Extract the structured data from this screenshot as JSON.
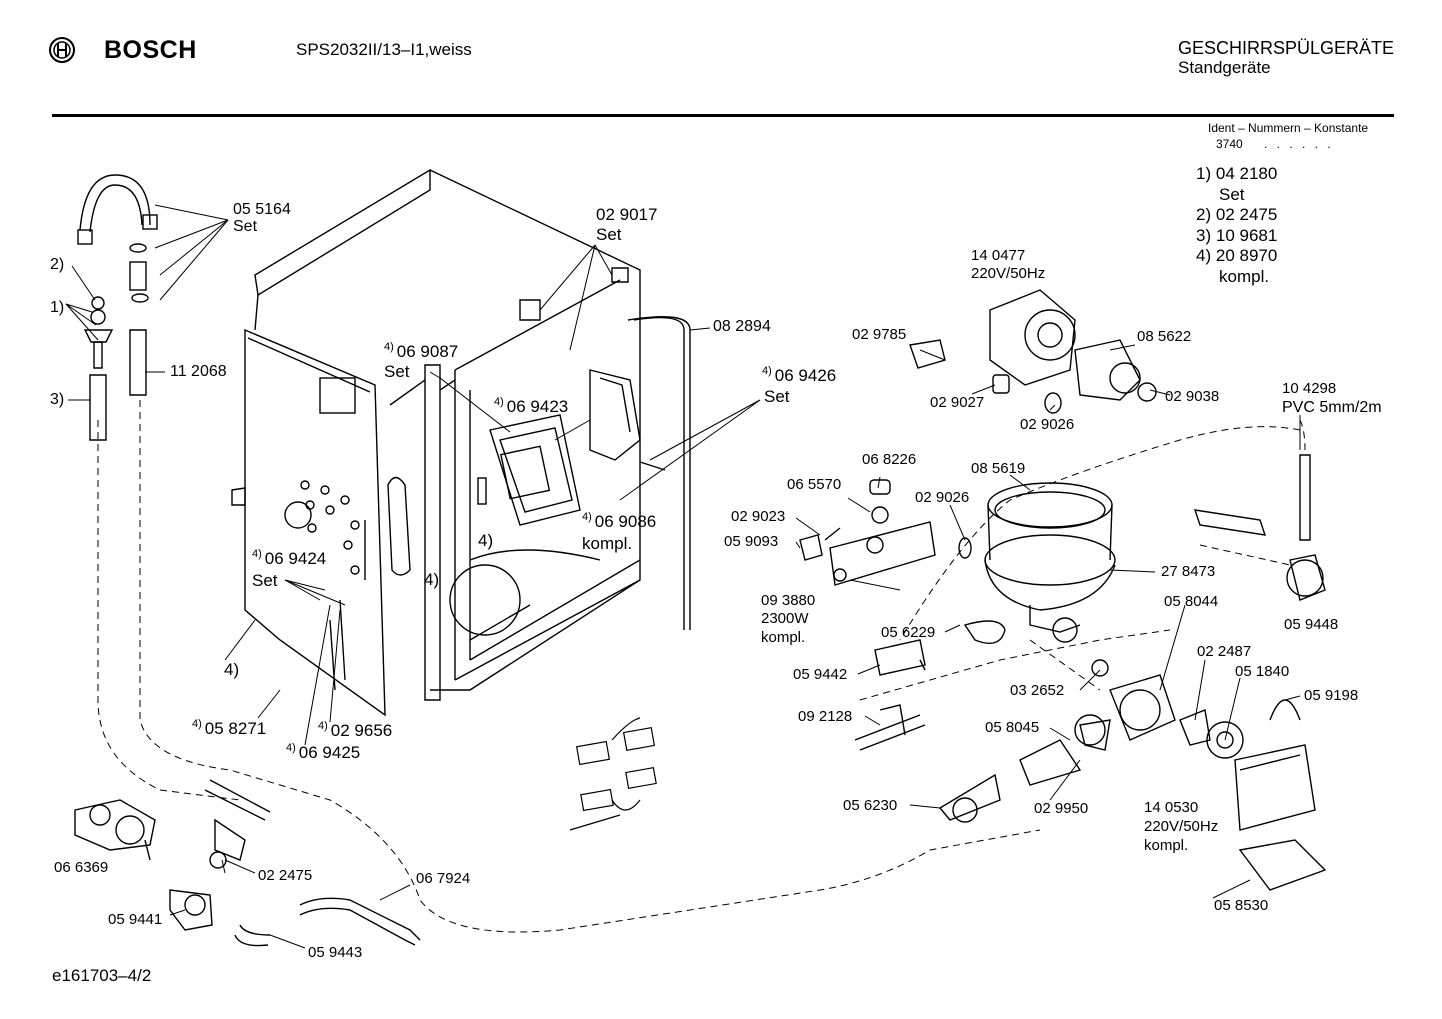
{
  "header": {
    "brand": "BOSCH",
    "model": "SPS2032II/13–I1,weiss",
    "category_line1": "GESCHIRRSPÜLGERÄTE",
    "category_line2": "Standgeräte"
  },
  "ident": {
    "title": "Ident – Nummern – Konstante",
    "value": "3740",
    "dots": ". . . . . ."
  },
  "footnotes": [
    {
      "num": "1)",
      "text": "04 2180",
      "sub": "Set"
    },
    {
      "num": "2)",
      "text": "02 2475",
      "sub": ""
    },
    {
      "num": "3)",
      "text": "10 9681",
      "sub": ""
    },
    {
      "num": "4)",
      "text": "20 8970",
      "sub": "kompl."
    }
  ],
  "labels": {
    "l055164": "05 5164",
    "l055164set": "Set",
    "lk2": "2)",
    "lk1": "1)",
    "lk3": "3)",
    "l112068": "11 2068",
    "l029017": "02 9017",
    "l029017set": "Set",
    "l082894": "08 2894",
    "l069087": "06 9087",
    "l069087set": "Set",
    "l069426": "06 9426",
    "l069426set": "Set",
    "l069423": "06 9423",
    "l069086": "06 9086",
    "l069086k": "kompl.",
    "lk4a": "4)",
    "lk4b": "4)",
    "lk4c": "4)",
    "l069424": "06 9424",
    "l069424set": "Set",
    "l058271": "05 8271",
    "l029656": "02 9656",
    "l069425": "06 9425",
    "l140477": "14 0477",
    "l140477v": "220V/50Hz",
    "l029785": "02 9785",
    "l085622": "08 5622",
    "l029027": "02 9027",
    "l029038": "02 9038",
    "l029026a": "02 9026",
    "l104298": "10 4298",
    "l104298p": "PVC 5mm/2m",
    "l068226": "06 8226",
    "l065570": "06 5570",
    "l085619": "08 5619",
    "l029026b": "02 9026",
    "l029023": "02 9023",
    "l059093": "05 9093",
    "l278473": "27 8473",
    "l093880": "09 3880",
    "l093880w": "2300W",
    "l093880k": "kompl.",
    "l056229": "05 6229",
    "l058044": "05 8044",
    "l059448": "05 9448",
    "l059442": "05 9442",
    "l032652": "03 2652",
    "l022487": "02 2487",
    "l051840": "05 1840",
    "l059198": "05 9198",
    "l092128": "09 2128",
    "l058045": "05 8045",
    "l056230": "05 6230",
    "l029950": "02 9950",
    "l140530": "14 0530",
    "l140530v": "220V/50Hz",
    "l140530k": "kompl.",
    "l058530": "05 8530",
    "l066369": "06 6369",
    "l022475": "02 2475",
    "l067924": "06 7924",
    "l059441": "05 9441",
    "l059443": "05 9443"
  },
  "footer": "e161703–4/2",
  "icons": [
    "bosch-logo-icon"
  ]
}
